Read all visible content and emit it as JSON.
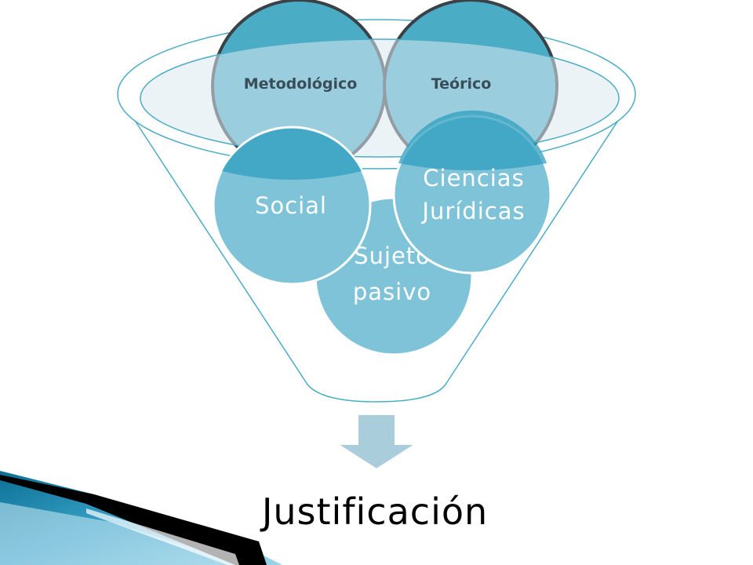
{
  "diagram": {
    "top_circles": [
      {
        "label": "Metodológico"
      },
      {
        "label": "Teórico"
      }
    ],
    "inner_circles": [
      {
        "label": "Social"
      },
      {
        "label": "Ciencias",
        "label2": "Jurídicas"
      },
      {
        "label": "Sujeto",
        "label2": "pasivo"
      }
    ],
    "result": "Justificación"
  },
  "colors": {
    "funnel_outline": "#4bacc6",
    "circle_dark": "#4bacc6",
    "circle_light": "#7fc3d8",
    "circle_mid": "#2f9fbf",
    "arrow": "#a9cddb",
    "rim_fill": "#dce9f1"
  }
}
